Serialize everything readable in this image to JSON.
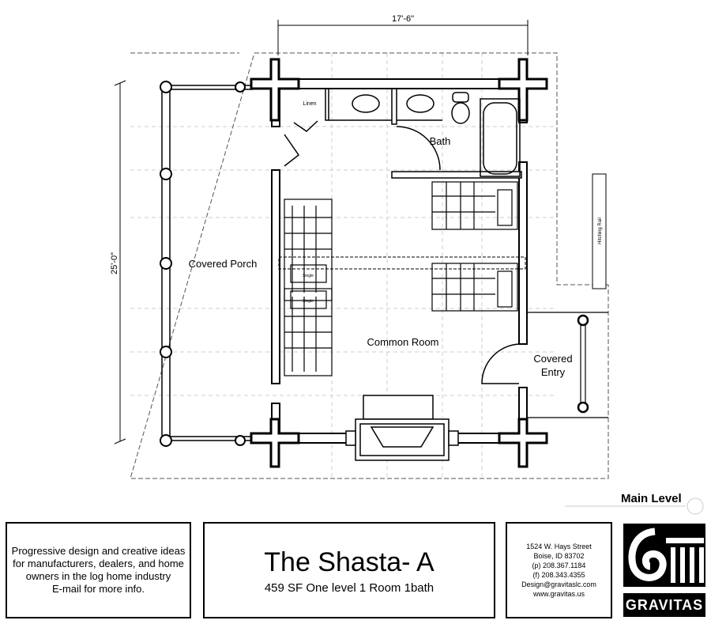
{
  "plan": {
    "dimension_width": "17'-6\"",
    "dimension_depth": "25'-0\"",
    "rooms": {
      "covered_porch": "Covered Porch",
      "common_room": "Common Room",
      "bath": "Bath",
      "linen": "Linen",
      "covered_entry_line1": "Covered",
      "covered_entry_line2": "Entry",
      "hitching_rail": "Hitching Rail"
    },
    "bed_label": "Single",
    "level": "Main Level"
  },
  "panels": {
    "promo": [
      "Progressive design and creative ideas",
      "for manufacturers, dealers, and home",
      "owners in the log home industry",
      "E-mail for more info."
    ],
    "title": "The Shasta- A",
    "subtitle": "459 SF One level 1 Room 1bath",
    "contact": [
      "1524 W. Hays Street",
      "Boise, ID 83702",
      "(p) 208.367.1184",
      "(f) 208.343.4355",
      "Design@gravitaslc.com",
      "www.gravitas.us"
    ],
    "logo_name": "GRAVITAS"
  }
}
